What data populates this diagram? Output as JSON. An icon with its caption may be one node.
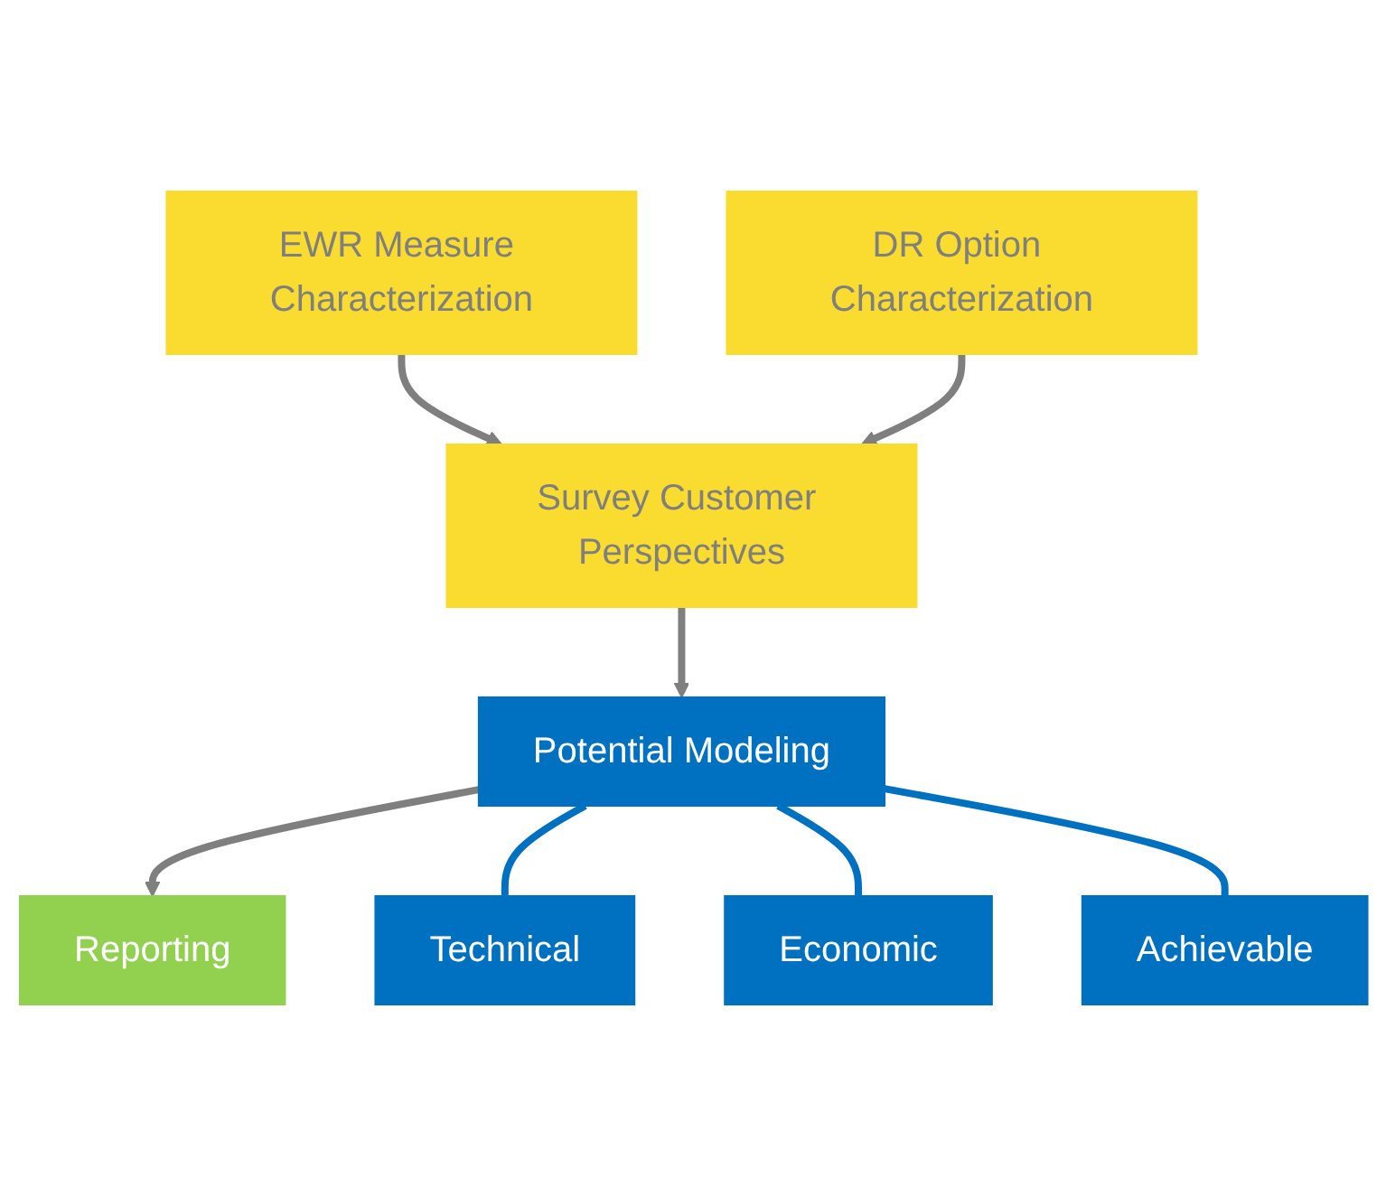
{
  "diagram": {
    "nodes": [
      {
        "text": [
          "EWR Measure Characterization"
        ]
      },
      {
        "text": [
          "DR Option Characterization"
        ]
      },
      {
        "text": [
          "Survey Customer Perspectives"
        ]
      },
      {
        "text": [
          "Potential Modeling"
        ]
      },
      {
        "text": [
          "Technical"
        ]
      },
      {
        "text": [
          "Economic"
        ]
      },
      {
        "text": [
          "Achievable"
        ]
      },
      {
        "text": [
          "Reporting"
        ]
      }
    ],
    "edges": [
      {
        "from": 0,
        "to": 2,
        "arrow": "to"
      },
      {
        "from": 1,
        "to": 2,
        "arrow": "to"
      },
      {
        "from": 2,
        "to": 3,
        "arrow": "to"
      },
      {
        "from": 3,
        "to": 7,
        "arrow": "to"
      },
      {
        "from": 3,
        "to": 4,
        "arrow": "none",
        "color": "#0070c0"
      },
      {
        "from": 3,
        "to": 5,
        "arrow": "none",
        "color": "#0070c0"
      },
      {
        "from": 3,
        "to": 6,
        "arrow": "none",
        "color": "#0070c0"
      }
    ]
  }
}
